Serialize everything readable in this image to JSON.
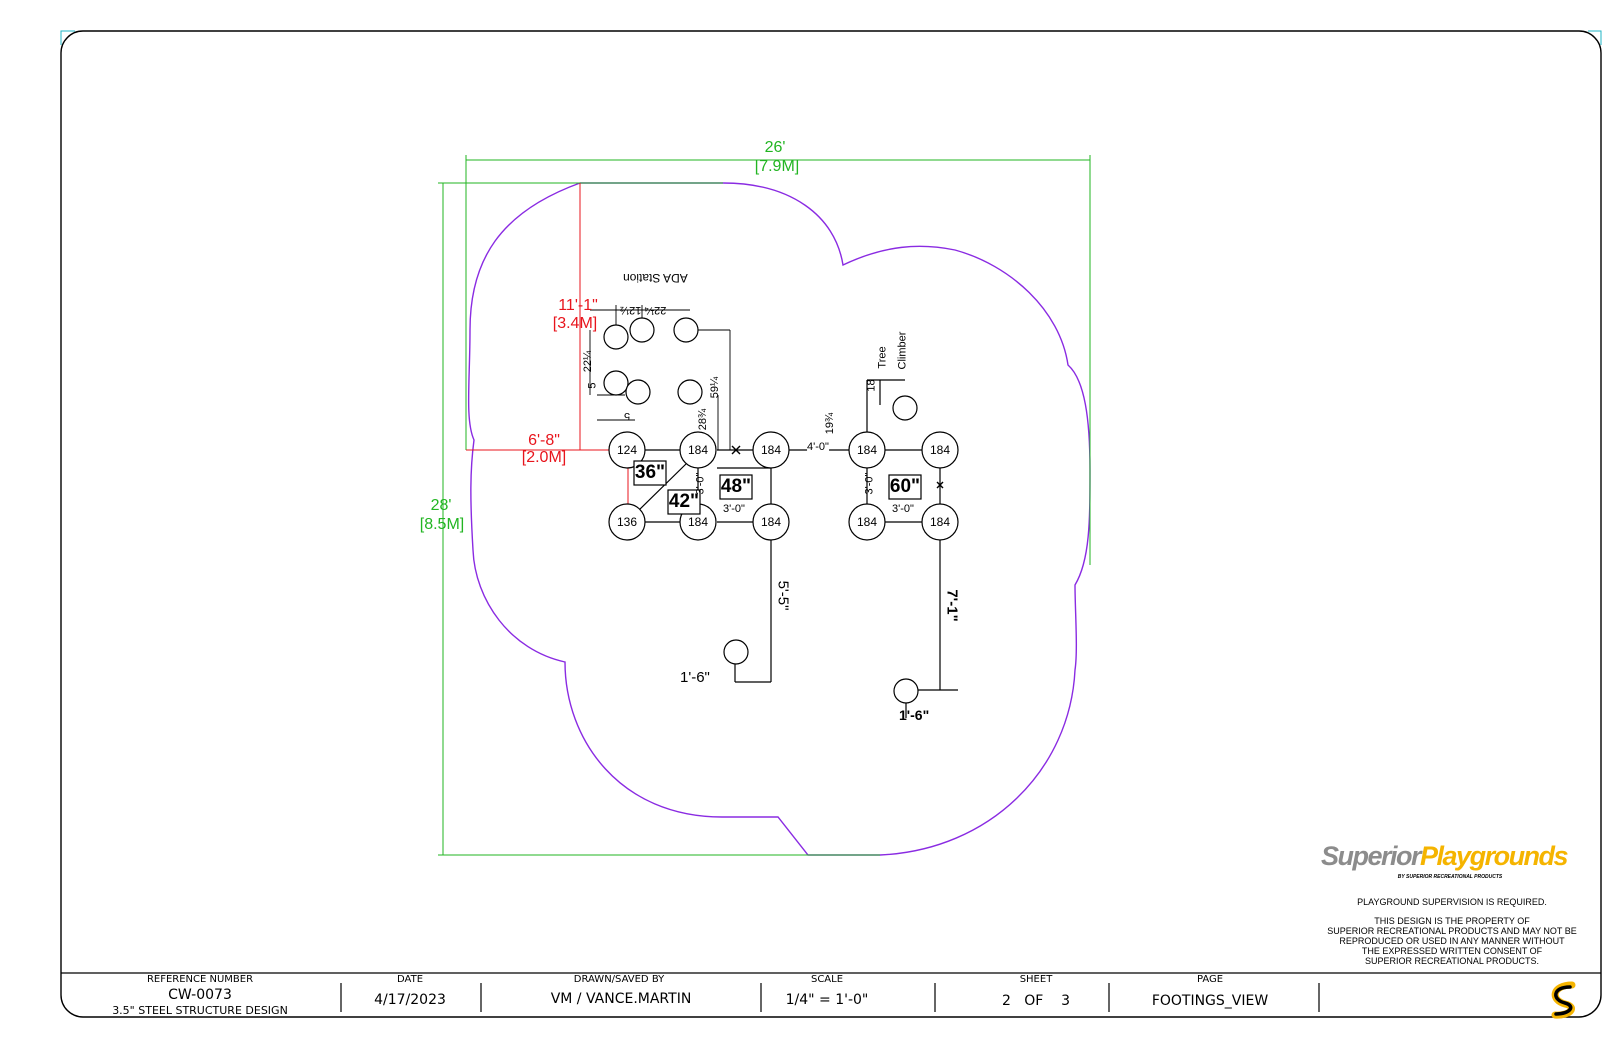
{
  "dimensions": {
    "overall_width": "26'",
    "overall_width_metric": "[7.9M]",
    "overall_depth": "28'",
    "overall_depth_metric": "[8.5M]",
    "ada_offset_y": "11'-1\"",
    "ada_offset_y_metric": "[3.4M]",
    "ada_offset_x": "6'-8\"",
    "ada_offset_x_metric": "[2.0M]"
  },
  "labels": {
    "ada_station": "ADA Station",
    "tree": "Tree",
    "climber": "Climber"
  },
  "footings": {
    "f124": "124",
    "f136": "136",
    "f184a": "184",
    "f184b": "184",
    "f184c": "184",
    "f184d": "184",
    "f184e": "184",
    "f184f": "184",
    "f184g": "184",
    "f184h": "184"
  },
  "deck_heights": {
    "d36": "36\"",
    "d42": "42\"",
    "d48": "48\"",
    "d60": "60\""
  },
  "spacings": {
    "s3a": "3'-0\"",
    "s3b": "3'-0\"",
    "s3c": "3'-0\"",
    "s3d": "3'-0\"",
    "s4": "4'-0\"",
    "s5_5": "5'-5\"",
    "s7_1": "7'-1\"",
    "s1_6a": "1'-6\"",
    "s1_6b": "1'-6\"",
    "ada_12": "12½",
    "ada_22a": "22¼",
    "ada_22b": "22¼",
    "ada_5a": "5",
    "ada_5b": "5",
    "ada_59": "59¼",
    "ada_28": "28¾",
    "tc_18": "18",
    "tc_19": "19¾"
  },
  "title_block": {
    "ref_header": "REFERENCE NUMBER",
    "ref_number": "CW-0073",
    "ref_desc": "3.5\" STEEL STRUCTURE DESIGN",
    "date_header": "DATE",
    "date": "4/17/2023",
    "drawn_header": "DRAWN/SAVED BY",
    "drawn": "VM / VANCE.MARTIN",
    "scale_header": "SCALE",
    "scale": "1/4\" = 1'-0\"",
    "sheet_header": "SHEET",
    "sheet": "2   OF    3",
    "page_header": "PAGE",
    "page": "FOOTINGS_VIEW"
  },
  "branding": {
    "logo_word1": "Superior",
    "logo_word2": "Playgrounds",
    "logo_tagline": "BY SUPERIOR RECREATIONAL PRODUCTS",
    "supervision": "PLAYGROUND SUPERVISION IS REQUIRED.",
    "prop1": "THIS DESIGN IS THE PROPERTY OF",
    "prop2": "SUPERIOR RECREATIONAL PRODUCTS AND MAY NOT BE",
    "prop3": "REPRODUCED OR USED IN ANY MANNER WITHOUT",
    "prop4": "THE EXPRESSED WRITTEN CONSENT OF",
    "prop5": "SUPERIOR RECREATIONAL PRODUCTS.",
    "badge_letter": "S"
  },
  "colors": {
    "green": "#22b522",
    "red": "#e8141c",
    "purple": "#8a2be2",
    "yellow": "#f5b400",
    "gray": "#8c8c8c"
  }
}
